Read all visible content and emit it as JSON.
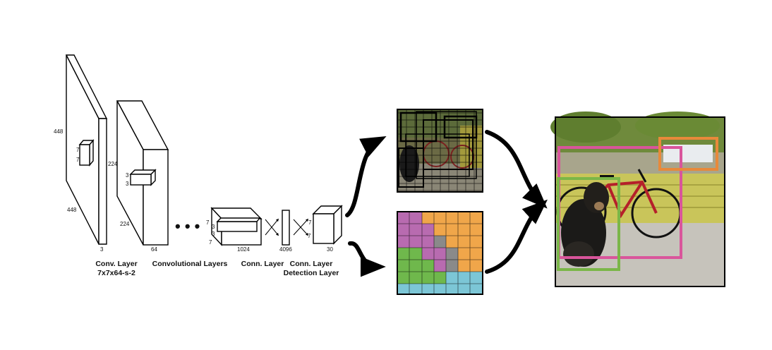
{
  "network": {
    "input_size": "448",
    "input_size_bottom": "448",
    "input_channels": "3",
    "conv1_kernel_a": "7",
    "conv1_kernel_b": "7",
    "layer2_size": "224",
    "layer2_size_bottom": "224",
    "layer2_channels": "64",
    "layer2_kernel_a": "3",
    "layer2_kernel_b": "3",
    "ellipsis": "• • •",
    "block3_depth": "1024",
    "block3_k1": "7",
    "block3_k2": "3",
    "block3_k3": "3",
    "block3_k4": "7",
    "fc_size": "4096",
    "det_k1": "7",
    "det_k2": "7",
    "det_depth": "30"
  },
  "captions": {
    "conv_layer_line1": "Conv. Layer",
    "conv_layer_line2": "7x7x64-s-2",
    "conv_layers": "Convolutional Layers",
    "conn_layer": "Conn. Layer",
    "conn_layer2_line1": "Conn. Layer",
    "detection_layer": "Detection Layer"
  },
  "colors": {
    "pink": "#d9559b",
    "green": "#7ab648",
    "orange": "#e8893a",
    "magenta_grid": "#b86bb0",
    "orange_grid": "#f0a64a",
    "green_grid": "#6fb84c",
    "cyan_grid": "#7cc6d6"
  },
  "icons": {
    "curved_arrow": "curved-arrow-icon",
    "cross_connection": "cross-connection-icon"
  }
}
